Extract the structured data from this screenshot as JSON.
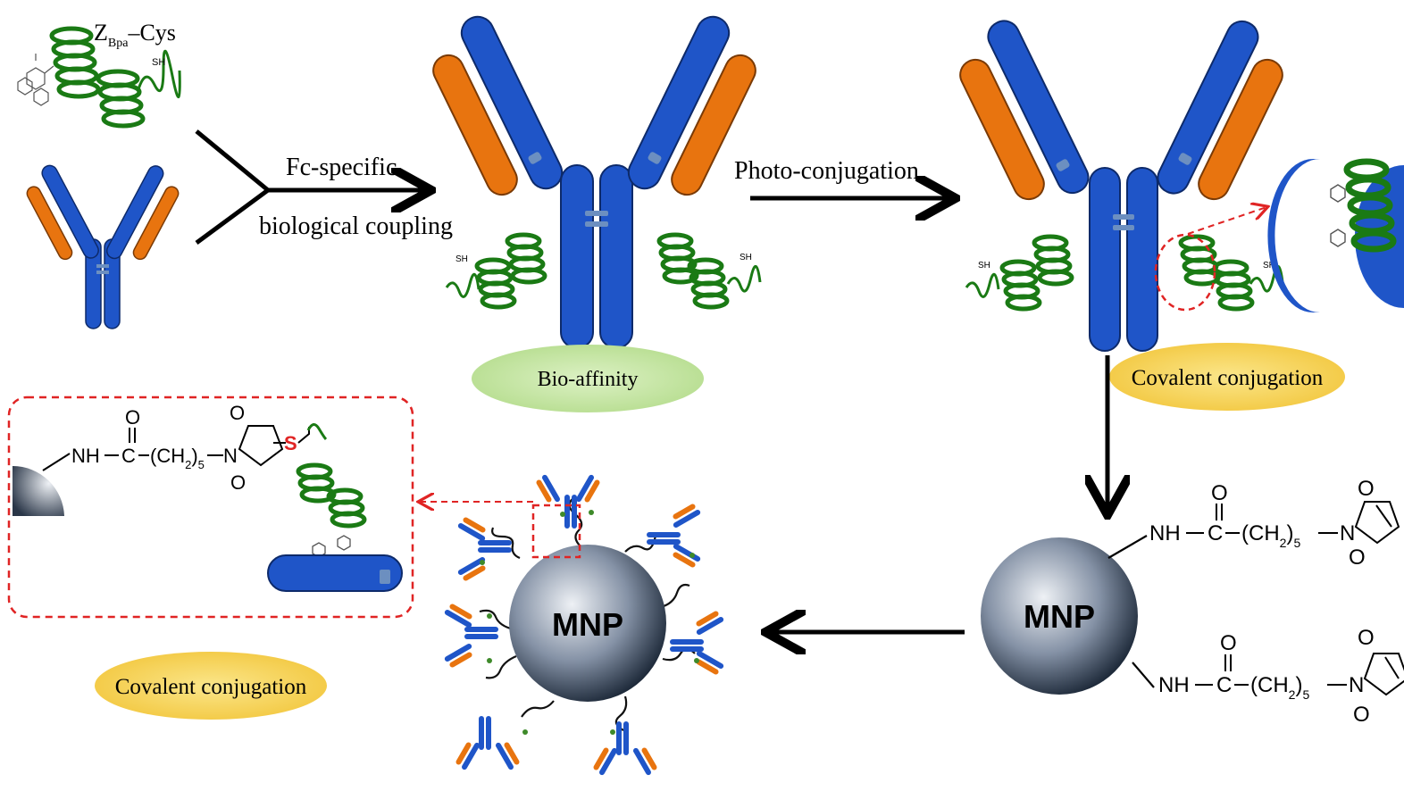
{
  "colors": {
    "heavy_chain": "#1f55c8",
    "light_chain": "#e8740f",
    "helix": "#1a7a14",
    "arrow": "#000000",
    "dashed": "#e02424",
    "bio_affinity_bg": "#c6e6a4",
    "covalent_bg": "#f7d35a",
    "nanoparticle_core": "#5b6a80",
    "nanoparticle_edge": "#1e2a3a"
  },
  "labels": {
    "zbpa_main": "Z",
    "zbpa_sub": "Bpa",
    "zbpa_tail": "–Cys",
    "fc_specific": "Fc-specific",
    "biological_coupling": "biological coupling",
    "photo_conjugation": "Photo-conjugation",
    "bio_affinity": "Bio-affinity",
    "covalent_top": "Covalent conjugation",
    "covalent_bottom": "Covalent conjugation",
    "mnp_right": "MNP",
    "mnp_center": "MNP",
    "sh": "SH",
    "s_atom": "S"
  },
  "linker_formula": {
    "nh": "NH",
    "c": "C",
    "o": "O",
    "ch2": "(CH",
    "ch2_sub": "2",
    "ch2_close": ")",
    "index": "5",
    "n": "N"
  }
}
